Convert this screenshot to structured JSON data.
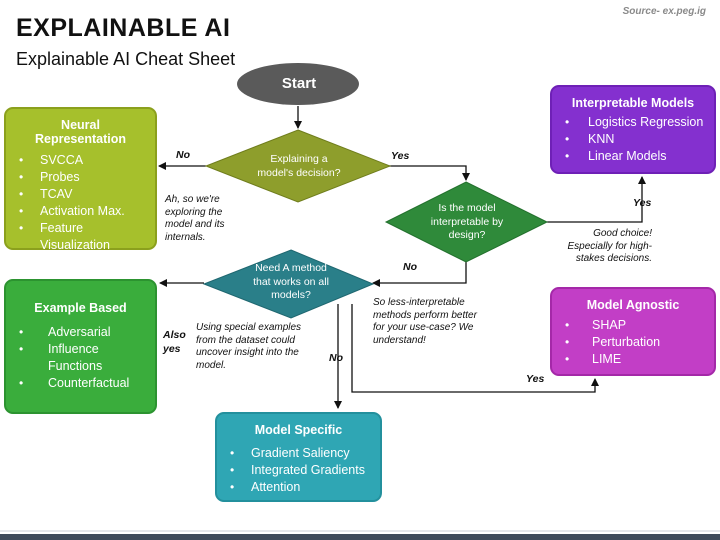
{
  "header": {
    "title": "EXPLAINABLE AI",
    "subtitle": "Explainable AI Cheat Sheet",
    "source": "Source- ex.peg.ig"
  },
  "colors": {
    "neural": "#a6c02c",
    "example": "#3aad3c",
    "specific": "#2fa6b4",
    "interpretable": "#8430cf",
    "agnostic": "#c23ec6",
    "start": "#5a5a5a",
    "decision_green": "#8e9e2c",
    "decision_teal": "#2a7f89",
    "decision_dark_green": "#2f8a3a"
  },
  "start": {
    "label": "Start"
  },
  "decisions": {
    "explaining": "Explaining a model's decision?",
    "interpretable": "Is the model interpretable by design?",
    "method": "Need A method that works on all models?"
  },
  "boxes": {
    "neural": {
      "title": "Neural Representation",
      "items": [
        "SVCCA",
        "Probes",
        "TCAV",
        "Activation Max.",
        "Feature Visualization"
      ]
    },
    "example": {
      "title": "Example Based",
      "items": [
        "Adversarial",
        "Influence Functions",
        "Counterfactual"
      ]
    },
    "specific": {
      "title": "Model Specific",
      "items": [
        "Gradient Saliency",
        "Integrated Gradients",
        "Attention"
      ]
    },
    "interpretable": {
      "title": "Interpretable Models",
      "items": [
        "Logistics Regression",
        "KNN",
        "Linear Models"
      ]
    },
    "agnostic": {
      "title": "Model Agnostic",
      "items": [
        "SHAP",
        "Perturbation",
        "LIME"
      ]
    }
  },
  "edges": {
    "no1": "No",
    "yes1": "Yes",
    "yes2": "Yes",
    "no2": "No",
    "also_yes": "Also yes",
    "no3": "No",
    "yes3": "Yes"
  },
  "notes": {
    "neural": "Ah, so we're exploring the model and its internals.",
    "good": "Good choice! Especially for high-stakes decisions.",
    "less": "So less-interpretable methods perform better for your use-case? We understand!",
    "examples": "Using special examples from the dataset could uncover insight into the model."
  }
}
